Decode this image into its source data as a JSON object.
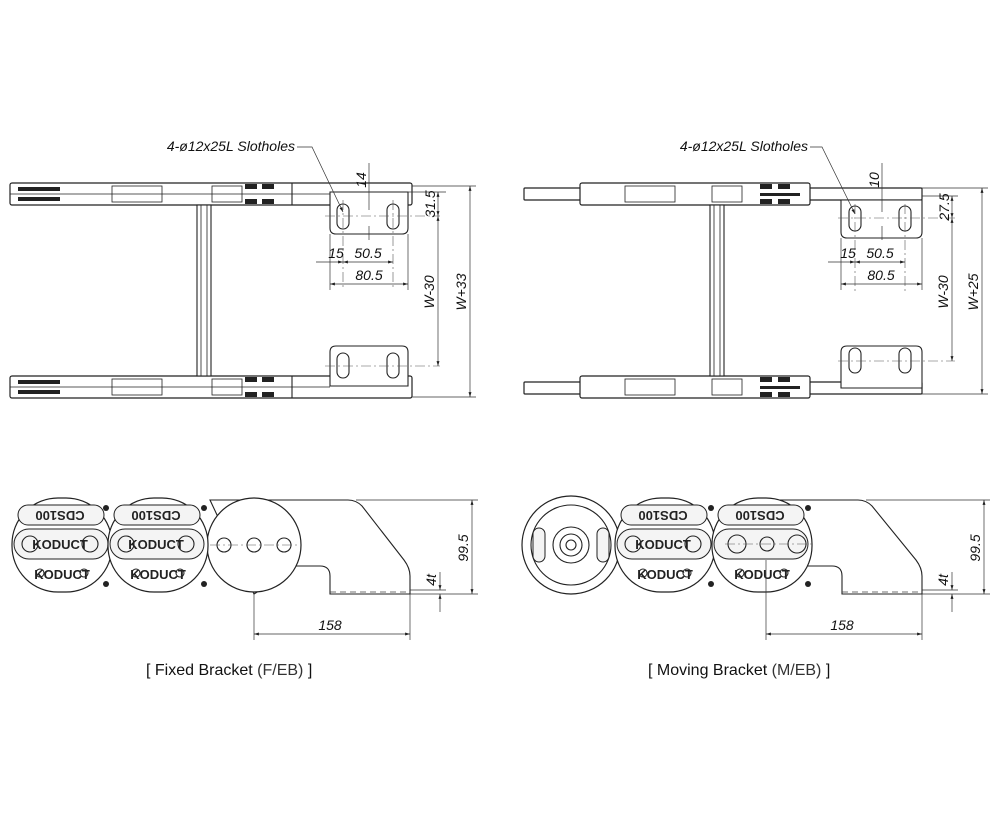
{
  "fixed_bracket": {
    "caption_main": "[ Fixed Bracket",
    "caption_sub": "(F/EB)",
    "caption_close": "]",
    "slotholes_label": "4-ø12x25L Slotholes",
    "dim_slot_width": "14",
    "dim_top_offset": "31.5",
    "dim_edge": "15",
    "dim_pitch": "50.5",
    "dim_length": "80.5",
    "dim_inner": "W-30",
    "dim_outer": "W+33",
    "dim_height": "99.5",
    "dim_thickness": "4t",
    "dim_extension": "158",
    "link_text": "CDS100",
    "brand_text": "KODUCT"
  },
  "moving_bracket": {
    "caption_main": "[ Moving Bracket",
    "caption_sub": "(M/EB)",
    "caption_close": "]",
    "slotholes_label": "4-ø12x25L Slotholes",
    "dim_slot_width": "10",
    "dim_top_offset": "27.5",
    "dim_edge": "15",
    "dim_pitch": "50.5",
    "dim_length": "80.5",
    "dim_inner": "W-30",
    "dim_outer": "W+25",
    "dim_height": "99.5",
    "dim_thickness": "4t",
    "dim_extension": "158",
    "link_text": "CDS100",
    "brand_text": "KODUCT"
  }
}
